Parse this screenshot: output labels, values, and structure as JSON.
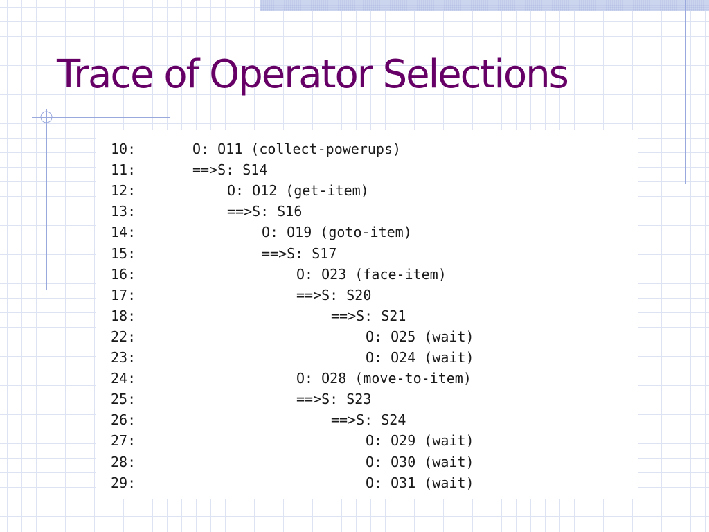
{
  "slide": {
    "title": "Trace of Operator Selections"
  },
  "trace": [
    {
      "num": "10:",
      "text": "O: O11 (collect-powerups)",
      "indent": 0
    },
    {
      "num": "11:",
      "text": "==>S: S14",
      "indent": 0
    },
    {
      "num": "12:",
      "text": "O: O12 (get-item)",
      "indent": 1
    },
    {
      "num": "13:",
      "text": "==>S: S16",
      "indent": 1
    },
    {
      "num": "14:",
      "text": "O: O19 (goto-item)",
      "indent": 2
    },
    {
      "num": "15:",
      "text": "==>S: S17",
      "indent": 2
    },
    {
      "num": "16:",
      "text": "O: O23 (face-item)",
      "indent": 3
    },
    {
      "num": "17:",
      "text": "==>S: S20",
      "indent": 3
    },
    {
      "num": "18:",
      "text": "==>S: S21",
      "indent": 4
    },
    {
      "num": "22:",
      "text": "O: O25 (wait)",
      "indent": 5
    },
    {
      "num": "23:",
      "text": "O: O24 (wait)",
      "indent": 5
    },
    {
      "num": "24:",
      "text": "O: O28 (move-to-item)",
      "indent": 3
    },
    {
      "num": "25:",
      "text": "==>S: S23",
      "indent": 3
    },
    {
      "num": "26:",
      "text": "==>S: S24",
      "indent": 4
    },
    {
      "num": "27:",
      "text": "O: O29 (wait)",
      "indent": 5
    },
    {
      "num": "28:",
      "text": "O: O30 (wait)",
      "indent": 5
    },
    {
      "num": "29:",
      "text": "O: O31 (wait)",
      "indent": 5
    }
  ],
  "colors": {
    "title": "#660066",
    "grid": "#dde3f2",
    "accent_line": "#9aa9dd"
  }
}
